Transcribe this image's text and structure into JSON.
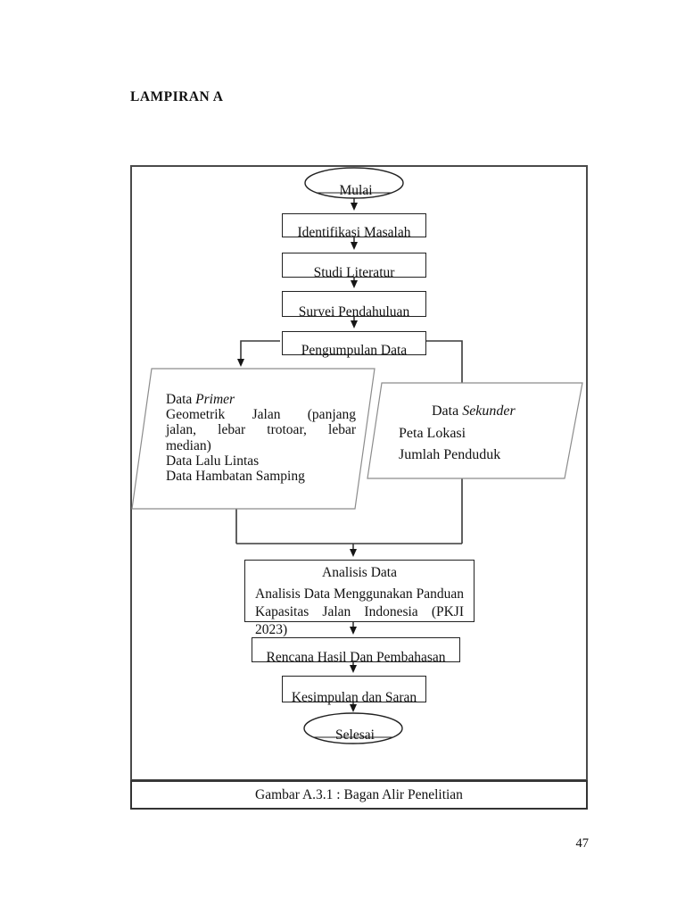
{
  "page": {
    "header": "LAMPIRAN A",
    "page_number": "47"
  },
  "caption": "Gambar A.3.1 : Bagan Alir Penelitian",
  "flowchart": {
    "start": "Mulai",
    "steps": {
      "identifikasi": "Identifikasi Masalah",
      "studi": "Studi Literatur",
      "survei": "Survei Pendahuluan",
      "pengumpulan": "Pengumpulan Data",
      "rencana": "Rencana Hasil Dan Pembahasan",
      "kesimpulan": "Kesimpulan dan Saran"
    },
    "primer": {
      "prefix": "Data",
      "name": "Primer",
      "detail_lines": [
        "Geometrik Jalan (panjang",
        "jalan, lebar trotoar, lebar",
        "median)"
      ],
      "items": [
        "Data Lalu Lintas",
        "Data Hambatan Samping"
      ]
    },
    "sekunder": {
      "prefix": "Data",
      "name": "Sekunder",
      "items": [
        "Peta Lokasi",
        "Jumlah Penduduk"
      ]
    },
    "analysis": {
      "title": "Analisis Data",
      "lines": [
        "Analisis Data Menggunakan Panduan",
        "Kapasitas Jalan Indonesia (PKJI 2023)"
      ]
    },
    "end": "Selesai"
  },
  "colors": {
    "line": "#3a3a3a",
    "box_border": "#222222",
    "parallelogram_border": "#8c8c8c",
    "text": "#111111"
  }
}
